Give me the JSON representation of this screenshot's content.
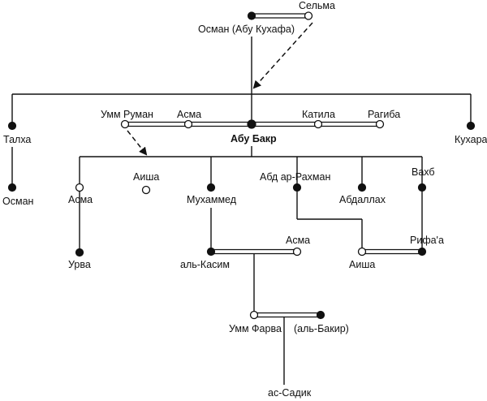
{
  "persons": {
    "selma": "Сельма",
    "osman_abu_kuhafa": "Осман (Абу Кухафа)",
    "talha": "Талха",
    "kuhara": "Кухара",
    "umm_ruman": "Умм Руман",
    "asma_wife": "Асма",
    "abu_bakr": "Абу Бакр",
    "katila": "Катила",
    "ragiba": "Рагиба",
    "osman_son": "Осман",
    "asma_daughter": "Асма",
    "aisha": "Аиша",
    "muhammed": "Мухаммед",
    "abd_ar_rahman": "Абд ар-Рахман",
    "abdallah": "Абдаллах",
    "vahb": "Вахб",
    "urva": "Урва",
    "al_kasim": "аль-Касим",
    "asma_gen3": "Асма",
    "aisha_gen3": "Аиша",
    "rifaa": "Рифа'а",
    "umm_farva": "Умм Фарва",
    "al_bakir": "(аль-Бакир)",
    "as_sadik": "ас-Садик"
  },
  "colors": {
    "ink": "#111111",
    "background": "#ffffff"
  },
  "legend_implicit": {
    "filled_circle": "male",
    "open_circle": "female",
    "double_line": "marriage",
    "dashed_arrow": "parentage"
  }
}
